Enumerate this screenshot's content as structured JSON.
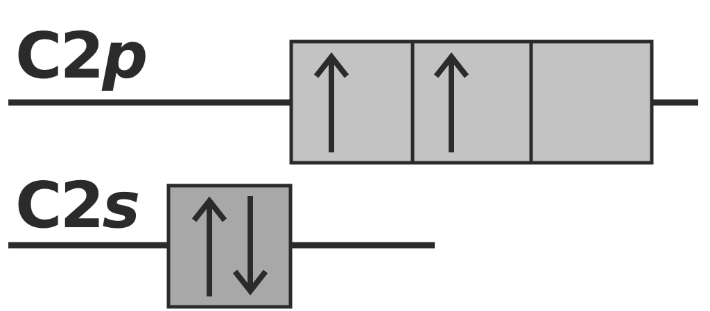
{
  "levels": [
    {
      "id": "c2p",
      "label_main": "C2",
      "label_sub": "p",
      "box_fill": "#c3c3c3",
      "orbitals": [
        {
          "electrons": [
            "up"
          ]
        },
        {
          "electrons": [
            "up"
          ]
        },
        {
          "electrons": []
        }
      ]
    },
    {
      "id": "c2s",
      "label_main": "C2",
      "label_sub": "s",
      "box_fill": "#a8a8a8",
      "orbitals": [
        {
          "electrons": [
            "up",
            "down"
          ]
        }
      ]
    }
  ],
  "colors": {
    "ink": "#2b2b2b",
    "background": "#ffffff"
  }
}
